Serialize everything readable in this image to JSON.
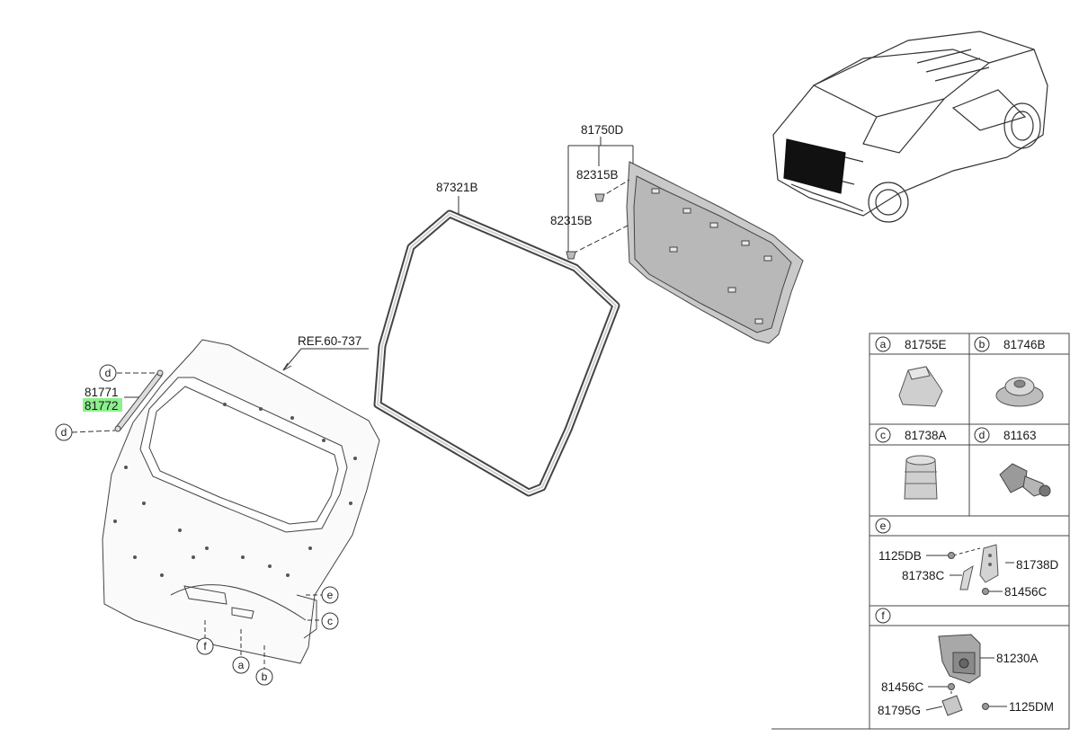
{
  "callouts": {
    "ref": "REF.60-737",
    "weatherstrip": "87321B",
    "trim_assy": "81750D",
    "clip_upper": "82315B",
    "clip_lower": "82315B",
    "strut_1": "81771",
    "strut_2": "81772"
  },
  "callout_letters": {
    "d_upper": "d",
    "d_lower": "d",
    "e": "e",
    "c": "c",
    "f": "f",
    "a": "a",
    "b": "b"
  },
  "parts_table": {
    "cell_a": {
      "letter": "a",
      "part": "81755E"
    },
    "cell_b": {
      "letter": "b",
      "part": "81746B"
    },
    "cell_c": {
      "letter": "c",
      "part": "81738A"
    },
    "cell_d": {
      "letter": "d",
      "part": "81163"
    },
    "section_e": {
      "letter": "e",
      "parts": {
        "p1": "1125DB",
        "p2": "81738D",
        "p3": "81738C",
        "p4": "81456C"
      }
    },
    "section_f": {
      "letter": "f",
      "parts": {
        "p1": "81230A",
        "p2": "81456C",
        "p3": "1125DM",
        "p4": "81795G"
      }
    }
  },
  "colors": {
    "highlight": "#8cf08c",
    "line": "#333333",
    "panel": "#c9c9c9"
  }
}
